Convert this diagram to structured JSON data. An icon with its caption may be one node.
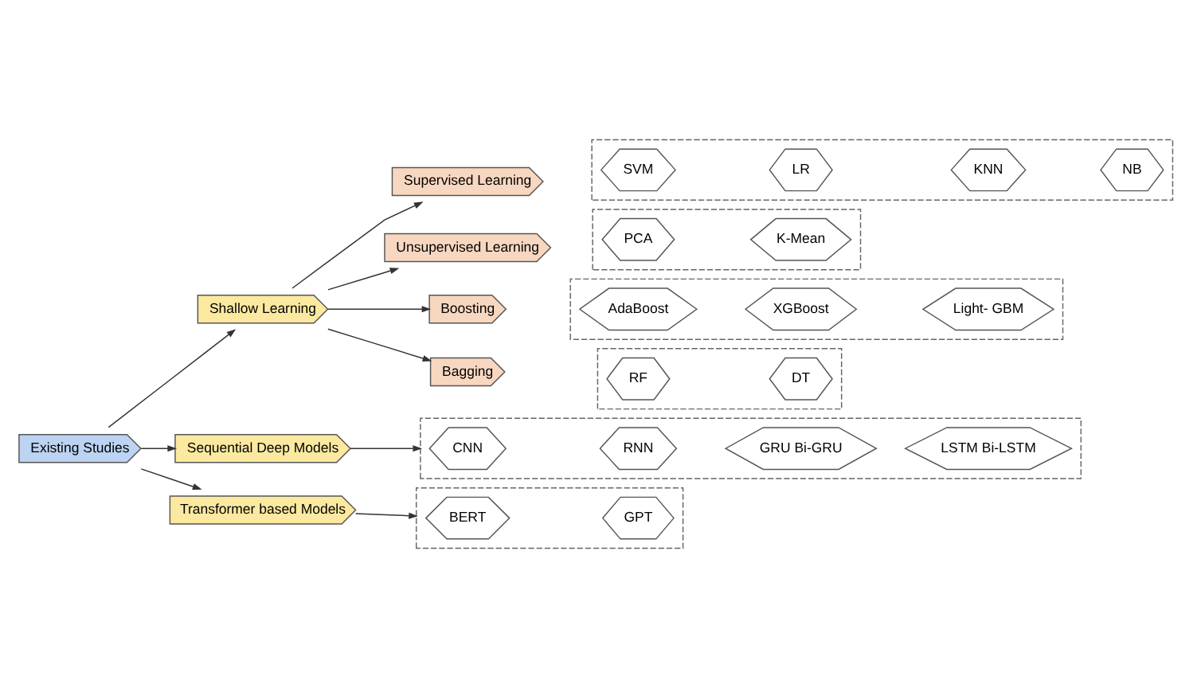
{
  "diagram": {
    "nodes": [
      {
        "text": [
          "Existing Studies"
        ]
      },
      {
        "text": [
          "Shallow Learning"
        ]
      },
      {
        "text": [
          "Supervised Learning"
        ]
      },
      {
        "text": [],
        "shape": "box"
      },
      {
        "text": [
          "SVM"
        ],
        "in": 3
      },
      {
        "text": [
          "LR"
        ],
        "in": 3
      },
      {
        "text": [
          "KNN"
        ],
        "in": 3
      },
      {
        "text": [
          "NB"
        ],
        "in": 3
      },
      {
        "text": [
          "Unsupervised Learning"
        ]
      },
      {
        "text": [],
        "shape": "box"
      },
      {
        "text": [
          "PCA"
        ],
        "in": 9
      },
      {
        "text": [
          "K-Mean"
        ],
        "in": 9
      },
      {
        "text": [
          "Boosting"
        ]
      },
      {
        "text": [],
        "shape": "box"
      },
      {
        "text": [
          "AdaBoost"
        ],
        "in": 13
      },
      {
        "text": [
          "XGBoost"
        ],
        "in": 13
      },
      {
        "text": [
          "Light- GBM"
        ],
        "in": 13
      },
      {
        "text": [
          "Bagging"
        ]
      },
      {
        "text": [],
        "shape": "box"
      },
      {
        "text": [
          "RF"
        ],
        "in": 18
      },
      {
        "text": [
          "DT"
        ],
        "in": 18
      },
      {
        "text": [
          "Sequential Deep Models"
        ]
      },
      {
        "text": [],
        "shape": "box"
      },
      {
        "text": [
          "CNN"
        ],
        "in": 22
      },
      {
        "text": [
          "RNN"
        ],
        "in": 22
      },
      {
        "text": [
          "GRU Bi-GRU"
        ],
        "in": 22
      },
      {
        "text": [
          "LSTM Bi-LSTM"
        ],
        "in": 22
      },
      {
        "text": [
          "Transformer based Models"
        ]
      },
      {
        "text": [],
        "shape": "box"
      },
      {
        "text": [
          "BERT"
        ],
        "in": 28
      },
      {
        "text": [
          "GPT"
        ],
        "in": 28
      }
    ],
    "edges": [
      {
        "from": 0,
        "to": 1,
        "arrow": "to"
      },
      {
        "from": 0,
        "to": 21,
        "arrow": "to"
      },
      {
        "from": 0,
        "to": 27,
        "arrow": "to"
      },
      {
        "from": 1,
        "to": 2,
        "arrow": "to"
      },
      {
        "from": 1,
        "to": 8,
        "arrow": "to"
      },
      {
        "from": 1,
        "to": 12,
        "arrow": "to"
      },
      {
        "from": 1,
        "to": 17,
        "arrow": "to"
      },
      {
        "from": 21,
        "to": 22,
        "arrow": "to"
      },
      {
        "from": 27,
        "to": 28,
        "arrow": "to"
      }
    ]
  }
}
